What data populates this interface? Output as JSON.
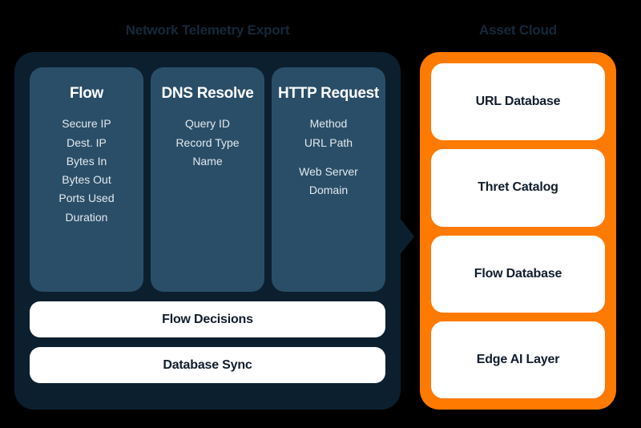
{
  "left_section": {
    "title": "Network Telemetry Export",
    "panel_color": "#0c1f2e",
    "card_color": "#2a4e68",
    "columns": [
      {
        "title": "Flow",
        "items": [
          "Secure IP",
          "Dest. IP",
          "Bytes In",
          "Bytes Out",
          "Ports Used",
          "Duration"
        ]
      },
      {
        "title": "DNS Resolve",
        "items": [
          "Query ID",
          "Record Type",
          "Name"
        ]
      },
      {
        "title": "HTTP Request",
        "items": [
          "Method",
          "URL Path",
          "Web Server",
          "Domain"
        ],
        "gap_before_index": 2
      }
    ],
    "bars": [
      {
        "label": "Flow Decisions"
      },
      {
        "label": "Database Sync"
      }
    ]
  },
  "right_section": {
    "title": "Asset Cloud",
    "panel_color": "#ff7a00",
    "cards": [
      {
        "label": "URL Database"
      },
      {
        "label": "Thret Catalog"
      },
      {
        "label": "Flow Database"
      },
      {
        "label": "Edge AI Layer"
      }
    ]
  },
  "connector": {
    "name": "arrow-right-icon",
    "color": "#0c1f2e"
  }
}
